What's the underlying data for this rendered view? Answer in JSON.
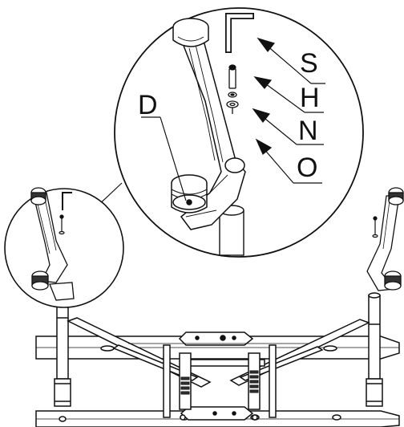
{
  "callouts": {
    "d": "D",
    "s": "S",
    "h": "H",
    "n": "N",
    "o": "O"
  },
  "colors": {
    "line": "#111111",
    "fill_light": "#ffffff",
    "fill_gray": "#bdbdbd",
    "fill_dark": "#333333"
  }
}
